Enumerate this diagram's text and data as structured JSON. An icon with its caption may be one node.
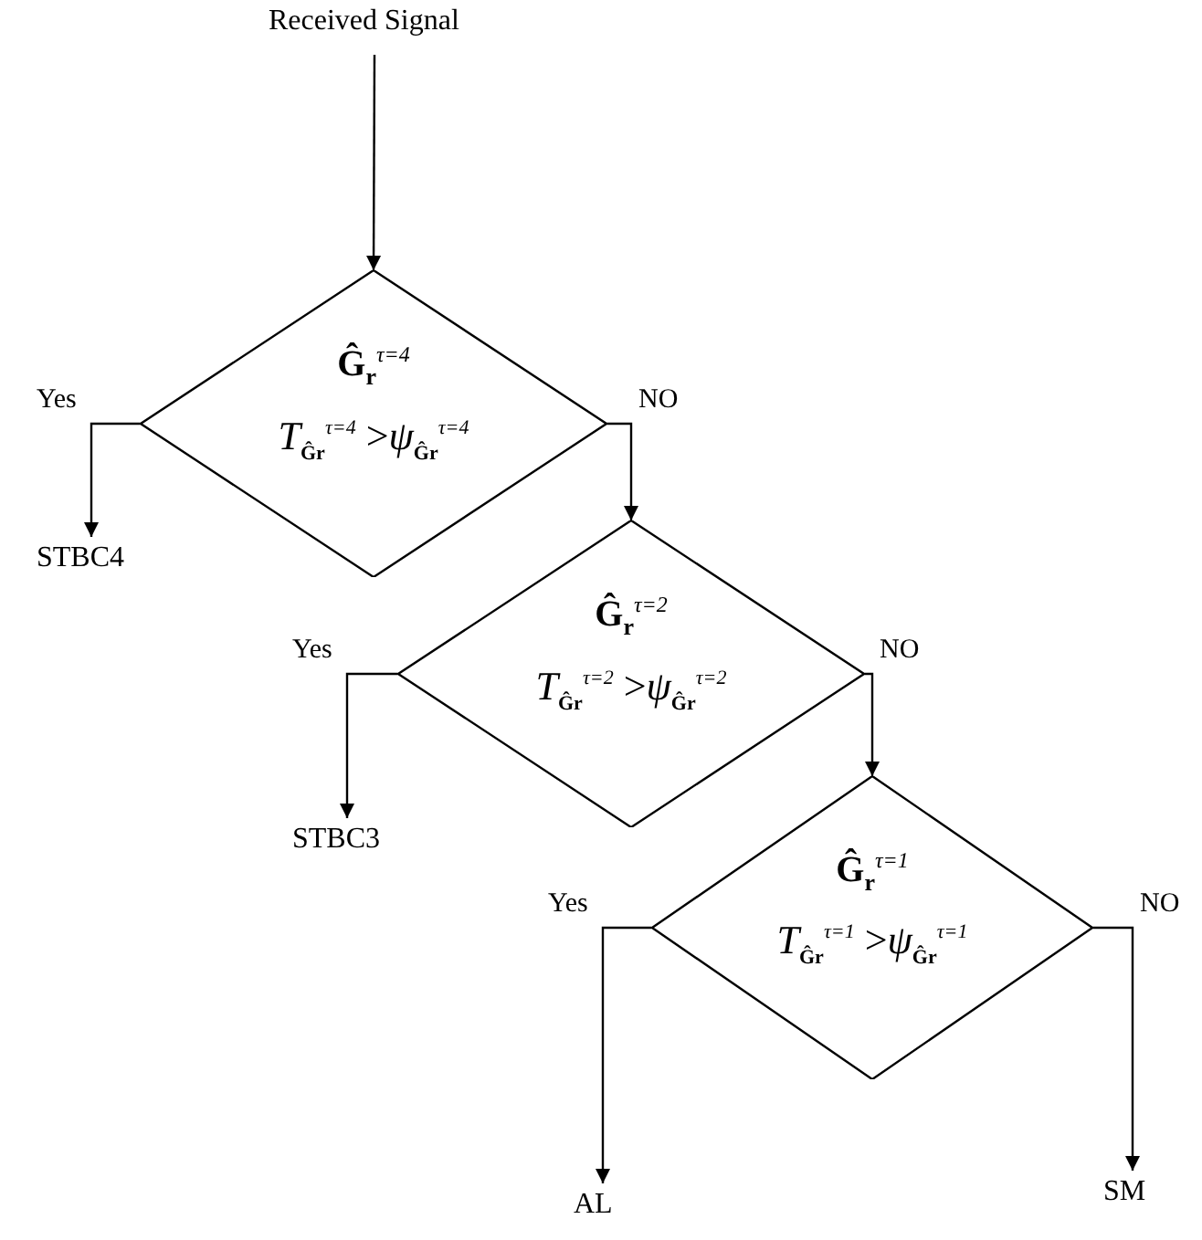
{
  "diagram": {
    "nodes": [
      {
        "text": [
          "Received Signal"
        ]
      },
      {
        "text": [
          "Ĝ$_{r}$$^{τ=4}$",
          "*T*$_{Ĝr}$$^{τ=4}$ >*ψ*$_{Ĝr}$$^{τ=4}$"
        ]
      },
      {
        "text": [
          "Ĝ$_{r}$$^{τ=2}$",
          "*T*$_{Ĝr}$$^{τ=2}$ >*ψ*$_{Ĝr}$$^{τ=2}$"
        ]
      },
      {
        "text": [
          "Ĝ$_{r}$$^{τ=1}$",
          "*T*$_{Ĝr}$$^{τ=1}$ >*ψ*$_{Ĝr}$$^{τ=1}$"
        ]
      },
      {
        "text": [
          "STBC4"
        ]
      },
      {
        "text": [
          "STBC3"
        ]
      },
      {
        "text": [
          "AL"
        ]
      },
      {
        "text": [
          "SM"
        ]
      }
    ],
    "edges": [
      {
        "from": 0,
        "to": 1,
        "arrow": "to"
      },
      {
        "from": 1,
        "to": 4,
        "arrow": "to",
        "label": "Yes"
      },
      {
        "from": 1,
        "to": 2,
        "arrow": "to",
        "label": "NO"
      },
      {
        "from": 2,
        "to": 5,
        "arrow": "to",
        "label": "Yes"
      },
      {
        "from": 2,
        "to": 3,
        "arrow": "to",
        "label": "NO"
      },
      {
        "from": 3,
        "to": 6,
        "arrow": "to",
        "label": "Yes"
      },
      {
        "from": 3,
        "to": 7,
        "arrow": "to",
        "label": "NO"
      }
    ]
  }
}
